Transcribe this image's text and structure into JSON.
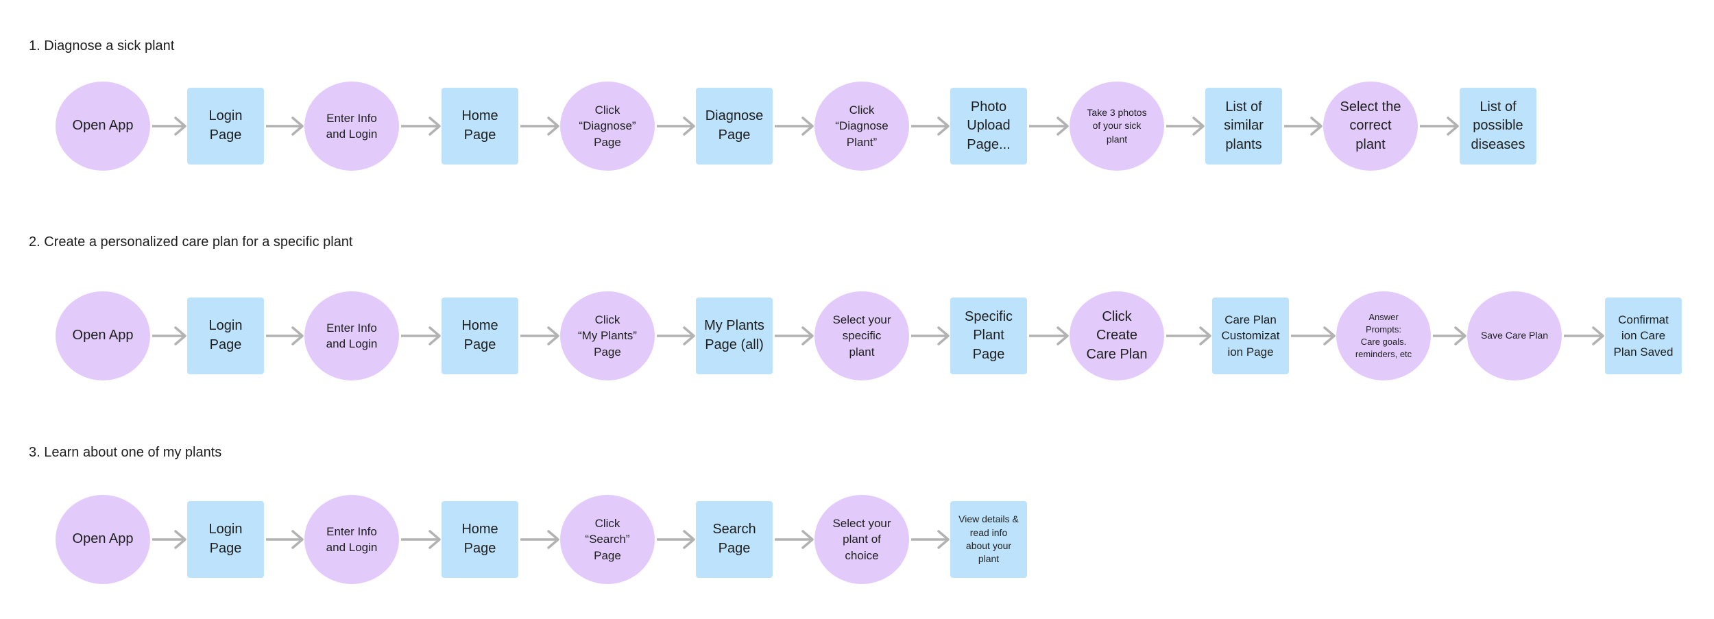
{
  "colors": {
    "circle_fill": "#e2cbfa",
    "square_fill": "#bde3fc",
    "arrow": "#b2b2b2",
    "text": "#1e1e1e"
  },
  "flows": [
    {
      "title": "1. Diagnose a sick plant",
      "nodes": [
        {
          "shape": "circle",
          "label": "Open App"
        },
        {
          "shape": "square",
          "label": "Login\nPage"
        },
        {
          "shape": "circle",
          "label": "Enter Info\nand Login"
        },
        {
          "shape": "square",
          "label": "Home\nPage"
        },
        {
          "shape": "circle",
          "label": "Click\n“Diagnose”\nPage"
        },
        {
          "shape": "square",
          "label": "Diagnose\nPage"
        },
        {
          "shape": "circle",
          "label": "Click\n“Diagnose\nPlant”"
        },
        {
          "shape": "square",
          "label": "Photo\nUpload\nPage..."
        },
        {
          "shape": "circle",
          "label": "Take 3 photos\nof your sick\nplant"
        },
        {
          "shape": "square",
          "label": "List of\nsimilar\nplants"
        },
        {
          "shape": "circle",
          "label": "Select the\ncorrect\nplant"
        },
        {
          "shape": "square",
          "label": "List of\npossible\ndiseases"
        }
      ]
    },
    {
      "title": "2. Create a personalized care plan for a specific plant",
      "nodes": [
        {
          "shape": "circle",
          "label": "Open App"
        },
        {
          "shape": "square",
          "label": "Login\nPage"
        },
        {
          "shape": "circle",
          "label": "Enter Info\nand Login"
        },
        {
          "shape": "square",
          "label": "Home\nPage"
        },
        {
          "shape": "circle",
          "label": "Click\n“My Plants”\nPage"
        },
        {
          "shape": "square",
          "label": "My Plants\nPage (all)"
        },
        {
          "shape": "circle",
          "label": "Select your\nspecific\nplant"
        },
        {
          "shape": "square",
          "label": "Specific\nPlant\nPage"
        },
        {
          "shape": "circle",
          "label": "Click\nCreate\nCare Plan"
        },
        {
          "shape": "square",
          "label": "Care Plan\nCustomizat\nion Page"
        },
        {
          "shape": "circle",
          "label": "Answer\nPrompts:\nCare goals.\nreminders, etc"
        },
        {
          "shape": "circle",
          "label": "Save Care Plan"
        },
        {
          "shape": "square",
          "label": "Confirmat\nion Care\nPlan Saved"
        }
      ]
    },
    {
      "title": "3. Learn about one of my plants",
      "nodes": [
        {
          "shape": "circle",
          "label": "Open App"
        },
        {
          "shape": "square",
          "label": "Login\nPage"
        },
        {
          "shape": "circle",
          "label": "Enter Info\nand Login"
        },
        {
          "shape": "square",
          "label": "Home\nPage"
        },
        {
          "shape": "circle",
          "label": "Click\n“Search”\nPage"
        },
        {
          "shape": "square",
          "label": "Search\nPage"
        },
        {
          "shape": "circle",
          "label": "Select your\nplant of\nchoice"
        },
        {
          "shape": "square",
          "label": "View details &\nread info\nabout your\nplant"
        }
      ]
    }
  ]
}
